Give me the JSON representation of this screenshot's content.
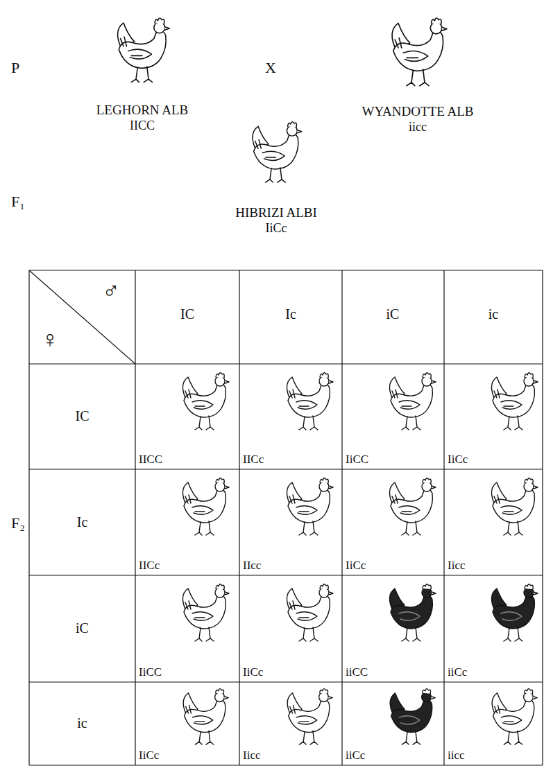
{
  "diagram": {
    "labels": [
      "P",
      "LEGHORN ALB",
      "IICC",
      "X",
      "WYANDOTTE ALB",
      "iicc",
      "F₁",
      "HIBRIZI ALBI",
      "IiCc",
      "♂",
      "♀",
      "IC",
      "Ic",
      "iC",
      "ic",
      "F₂",
      "IC",
      "IICC",
      "IICc",
      "IiCC",
      "IiCc",
      "Ic",
      "IICc",
      "IIcc",
      "IiCc",
      "Iicc",
      "iC",
      "IiCC",
      "IiCc",
      "iiCC",
      "iiCc",
      "ic",
      "IiCc",
      "Iicc",
      "iiCc",
      "iicc"
    ]
  }
}
